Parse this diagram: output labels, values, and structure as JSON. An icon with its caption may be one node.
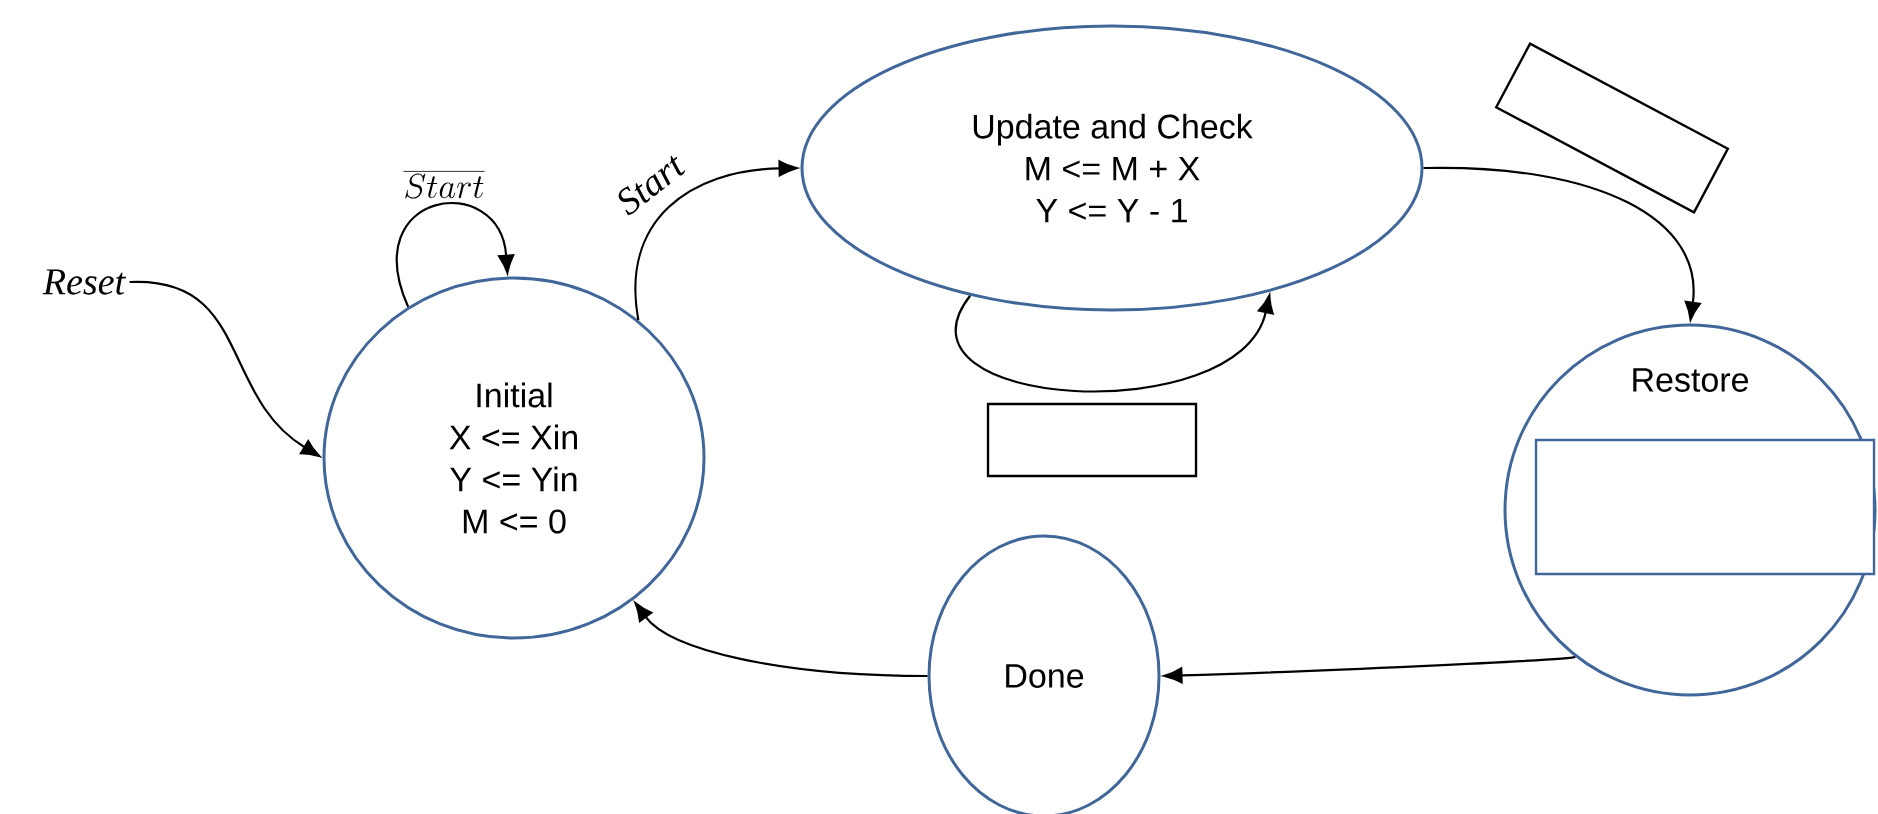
{
  "diagram": {
    "nodes": [
      {
        "text": [
          "Reset"
        ]
      },
      {
        "text": [
          "Initial",
          "X <= Xin",
          "Y <= Yin",
          "M <= 0"
        ]
      },
      {
        "text": [
          "Update and Check",
          "M <= M + X",
          "Y <= Y - 1"
        ]
      },
      {
        "text": [],
        "shape": "box"
      },
      {
        "text": [],
        "shape": "box"
      },
      {
        "text": [
          "Restore"
        ]
      },
      {
        "text": [],
        "shape": "box",
        "in": 5
      },
      {
        "text": [
          "Done"
        ]
      }
    ],
    "edges": [
      {
        "from": 0,
        "to": 1,
        "arrow": "to"
      },
      {
        "from": 1,
        "to": 1,
        "arrow": "to",
        "label": "\\overline{Start}"
      },
      {
        "from": 1,
        "to": 2,
        "arrow": "to",
        "label": "Start"
      },
      {
        "from": 2,
        "to": 2,
        "arrow": "to"
      },
      {
        "from": 2,
        "to": 5,
        "arrow": "to"
      },
      {
        "from": 5,
        "to": 7,
        "arrow": "to"
      },
      {
        "from": 7,
        "to": 1,
        "arrow": "to"
      }
    ]
  }
}
